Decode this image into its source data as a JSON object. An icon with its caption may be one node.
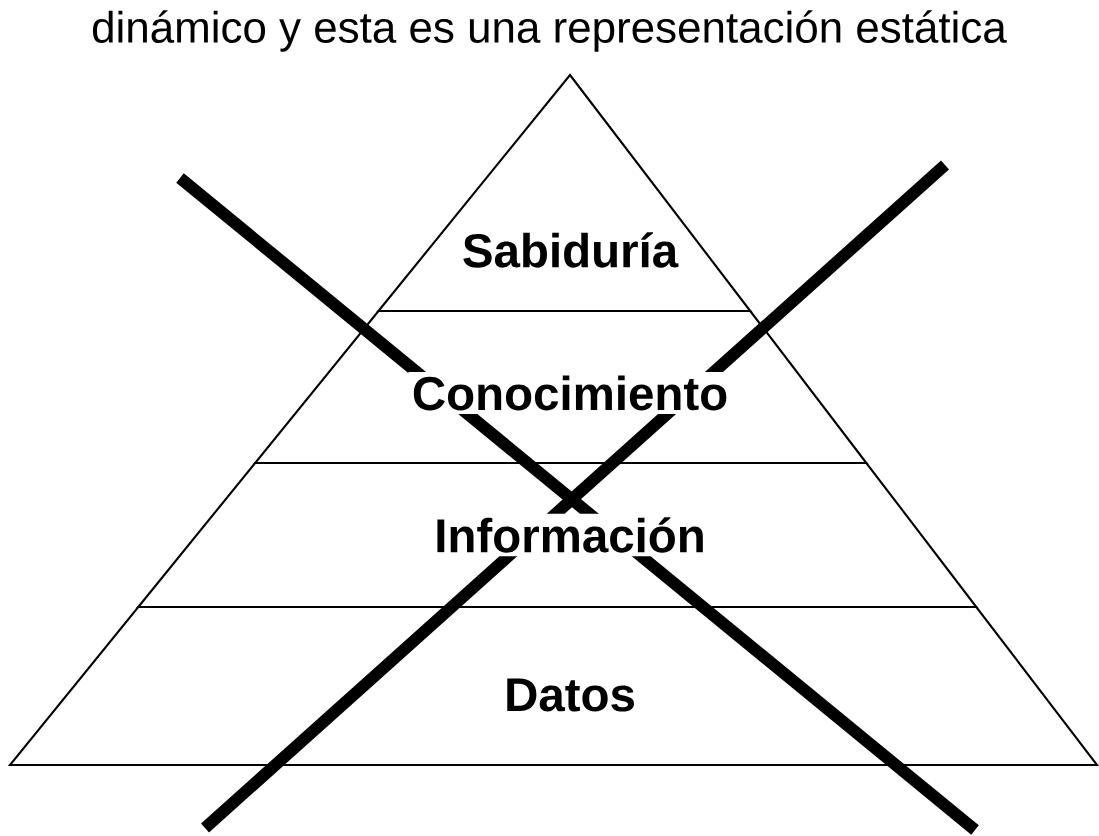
{
  "diagram": {
    "nodes": [
      {
        "text": [
          "Sabiduría"
        ]
      },
      {
        "text": [
          "Conocimiento"
        ]
      },
      {
        "text": [
          "Información"
        ]
      },
      {
        "text": [
          "Datos"
        ]
      }
    ],
    "labels": [
      "dinámico y esta es una representación estática"
    ]
  }
}
